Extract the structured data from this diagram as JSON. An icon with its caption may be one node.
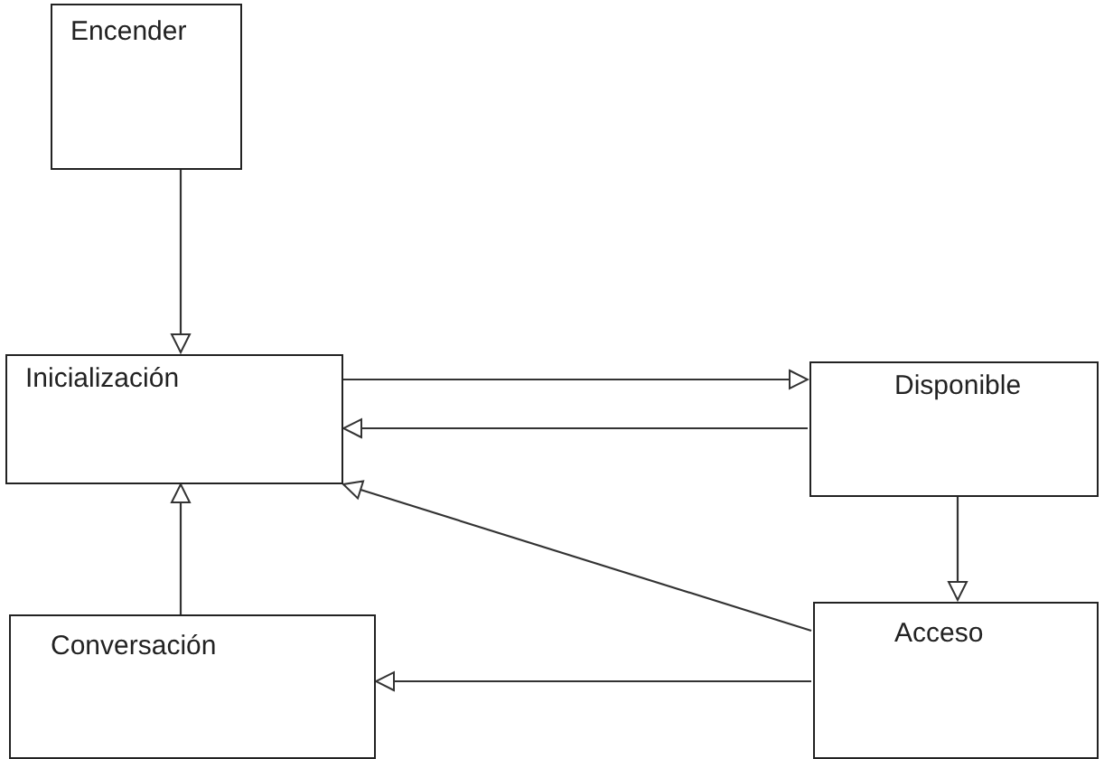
{
  "diagram": {
    "nodes": [
      {
        "text": [
          "Encender"
        ]
      },
      {
        "text": [
          "Inicialización"
        ]
      },
      {
        "text": [
          "Disponible"
        ]
      },
      {
        "text": [
          "Acceso"
        ]
      },
      {
        "text": [
          "Conversación"
        ]
      }
    ],
    "edges": [
      {
        "from": 0,
        "to": 1,
        "arrow": "to"
      },
      {
        "from": 1,
        "to": 2,
        "arrow": "to"
      },
      {
        "from": 2,
        "to": 1,
        "arrow": "to"
      },
      {
        "from": 2,
        "to": 3,
        "arrow": "to"
      },
      {
        "from": 3,
        "to": 1,
        "arrow": "to"
      },
      {
        "from": 3,
        "to": 4,
        "arrow": "to"
      },
      {
        "from": 4,
        "to": 1,
        "arrow": "to"
      }
    ]
  }
}
